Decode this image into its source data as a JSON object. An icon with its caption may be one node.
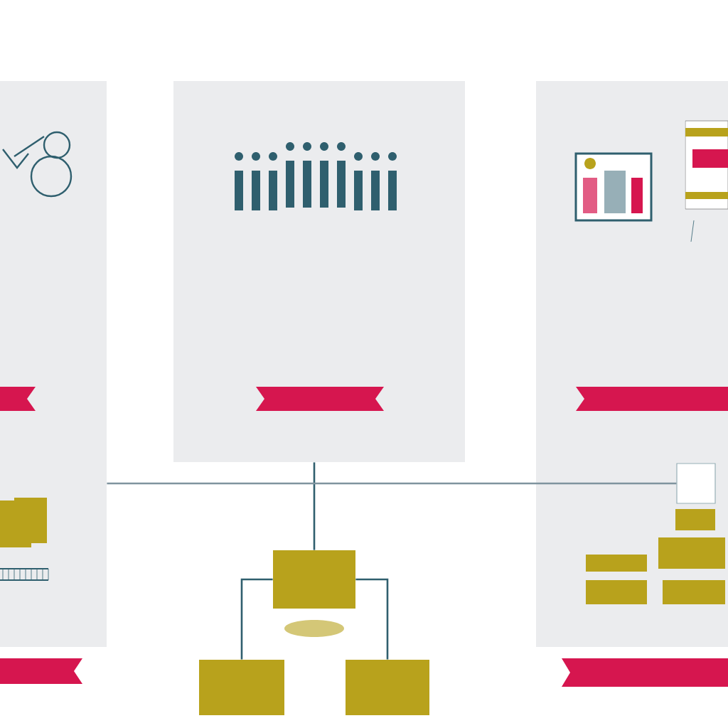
{
  "diagram": {
    "nodes": [
      {
        "text": [],
        "shape": "box"
      },
      {
        "text": [],
        "shape": "box"
      },
      {
        "text": [],
        "shape": "box"
      },
      {
        "text": [],
        "shape": "box"
      },
      {
        "text": [],
        "shape": "box"
      },
      {
        "text": [],
        "shape": "box"
      },
      {
        "text": [],
        "shape": "box",
        "in": 2
      },
      {
        "text": [],
        "shape": "banner",
        "in": 0
      },
      {
        "text": [],
        "shape": "banner",
        "in": 1
      },
      {
        "text": [],
        "shape": "banner",
        "in": 2
      },
      {
        "text": [],
        "shape": "banner"
      },
      {
        "text": [],
        "shape": "banner"
      }
    ],
    "edges": [
      {
        "from": 1,
        "to": 3,
        "arrow": "none"
      },
      {
        "from": 3,
        "to": 4,
        "arrow": "none"
      },
      {
        "from": 3,
        "to": 5,
        "arrow": "none"
      },
      {
        "from": 0,
        "to": 6,
        "arrow": "none",
        "color": "#7f949e"
      }
    ]
  }
}
